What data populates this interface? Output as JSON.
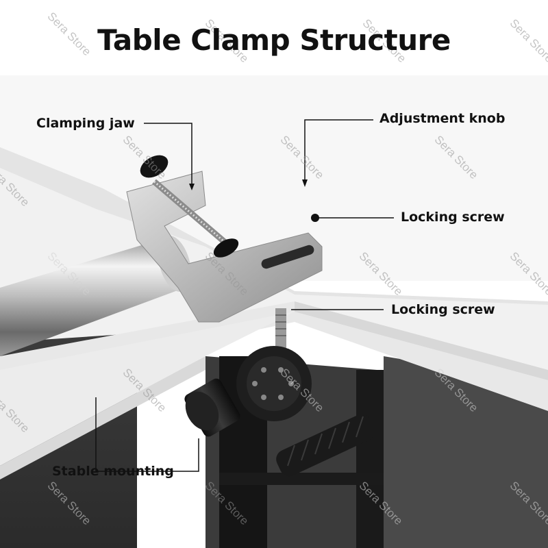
{
  "title": "Table Clamp Structure",
  "labels": {
    "clamping_jaw": "Clamping jaw",
    "adjustment_knob": "Adjustment knob",
    "locking_screw_1": "Locking screw",
    "locking_screw_2": "Locking screw",
    "stable_mounting": "Stable mounting"
  },
  "watermark": "Sera Store",
  "colors": {
    "text": "#111111",
    "leader_line": "#111111",
    "table_top": "#f2f2f2",
    "shadow_area": "#3a3a3a",
    "metal": "#c9c9c9",
    "black_part": "#1c1c1c"
  }
}
